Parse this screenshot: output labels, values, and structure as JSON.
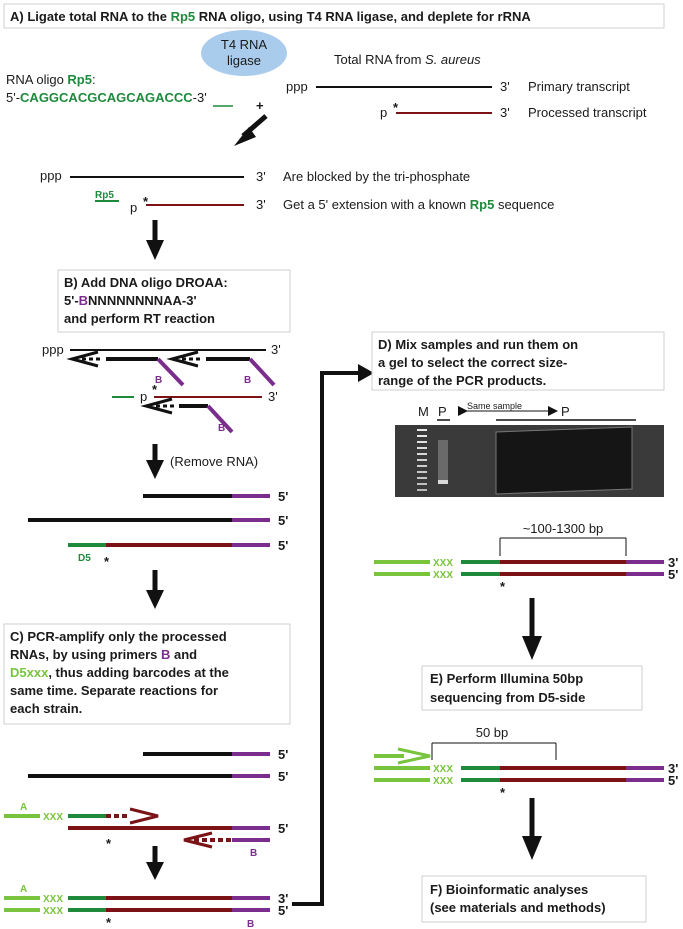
{
  "colors": {
    "green": "#1f8a3c",
    "light_green": "#78c43c",
    "dark_red": "#7a1216",
    "purple": "#7b2d8e",
    "black": "#111111",
    "ligase_fill": "#a9ccec"
  },
  "panel_a": {
    "title_pre": "A) Ligate total RNA to the ",
    "title_rp5": "Rp5",
    "title_post": " RNA oligo, using T4 RNA ligase, and deplete for rRNA",
    "ligase_line1": "T4 RNA",
    "ligase_line2": "ligase",
    "oligo_label_pre": "RNA oligo ",
    "oligo_label_rp5": "Rp5",
    "oligo_label_colon": ":",
    "oligo_seq_prefix": "5'-",
    "oligo_seq": "CAGGCACGCAGCAGACCC",
    "oligo_seq_suffix": "-3'",
    "plus": "+",
    "total_rna_pre": "Total RNA from ",
    "total_rna_species": "S. aureus",
    "ppp": "ppp",
    "p": "p",
    "star": "*",
    "three_prime": "3'",
    "primary_label": "Primary transcript",
    "processed_label": "Processed transcript",
    "blocked_label": "Are blocked by the tri-phosphate",
    "extension_pre": "Get a 5' extension with a known ",
    "extension_rp5": "Rp5",
    "extension_post": " sequence",
    "rp5_tag": "Rp5"
  },
  "panel_b": {
    "line1": "B) Add DNA oligo DROAA:",
    "line2_pre": "5'-",
    "line2_b": "B",
    "line2_post": "NNNNNNNNAA-3'",
    "line3": "and perform RT reaction",
    "b_tag": "B",
    "remove_rna": "(Remove RNA)",
    "five_prime": "5'",
    "d5_tag": "D5"
  },
  "panel_c": {
    "line1": "C) PCR-amplify only the processed",
    "line2_pre": "RNAs, by using primers ",
    "line2_b": "B",
    "line2_post": " and",
    "line3_d5": "D5xxx",
    "line3_post": ", thus adding barcodes at the",
    "line4": "same time. Separate reactions for",
    "line5": "each strain.",
    "a_tag": "A",
    "xxx": "XXX",
    "b_tag": "B"
  },
  "panel_d": {
    "line1": "D) Mix samples and run them on",
    "line2": "a gel to select the correct size-",
    "line3": "range of the PCR products.",
    "lane_m": "M",
    "lane_p1": "P",
    "lane_p2": "P",
    "same_sample": "Same sample",
    "size_range": "~100-1300 bp"
  },
  "panel_e": {
    "line1": "E) Perform Illumina 50bp",
    "line2": "sequencing from D5-side",
    "read_len": "50 bp"
  },
  "panel_f": {
    "line1": "F) Bioinformatic analyses",
    "line2": "(see materials and methods)"
  }
}
